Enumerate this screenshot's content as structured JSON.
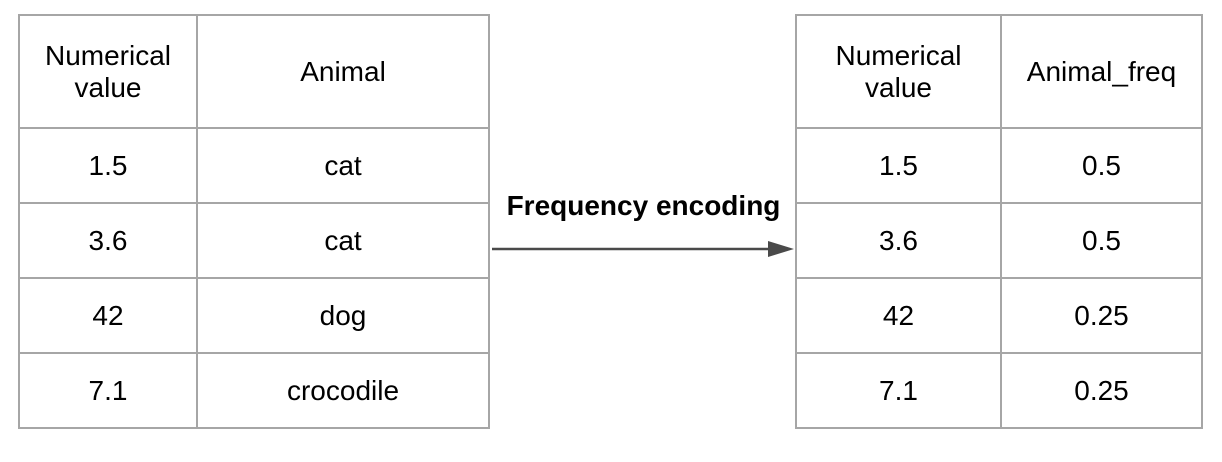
{
  "arrow": {
    "label": "Frequency encoding",
    "color": "#4a4a4a"
  },
  "colors": {
    "table_border": "#a6a6a6",
    "text": "#000000",
    "background": "#ffffff"
  },
  "left_table": {
    "headers": [
      "Numerical value",
      "Animal"
    ],
    "rows": [
      [
        "1.5",
        "cat"
      ],
      [
        "3.6",
        "cat"
      ],
      [
        "42",
        "dog"
      ],
      [
        "7.1",
        "crocodile"
      ]
    ]
  },
  "right_table": {
    "headers": [
      "Numerical value",
      "Animal_freq"
    ],
    "rows": [
      [
        "1.5",
        "0.5"
      ],
      [
        "3.6",
        "0.5"
      ],
      [
        "42",
        "0.25"
      ],
      [
        "7.1",
        "0.25"
      ]
    ]
  }
}
